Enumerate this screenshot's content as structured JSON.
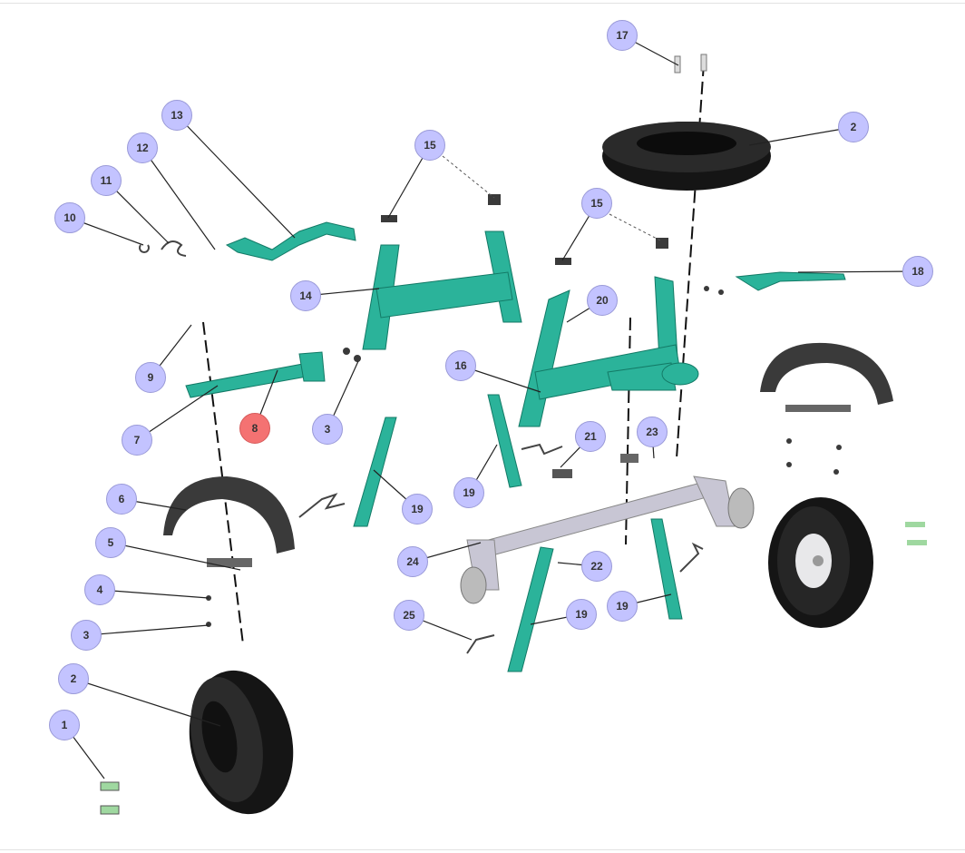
{
  "diagram": {
    "callouts": [
      {
        "label": "17"
      },
      {
        "label": "2"
      },
      {
        "label": "13"
      },
      {
        "label": "12"
      },
      {
        "label": "11"
      },
      {
        "label": "10"
      },
      {
        "label": "15"
      },
      {
        "label": "15"
      },
      {
        "label": "18"
      },
      {
        "label": "14"
      },
      {
        "label": "20"
      },
      {
        "label": "16"
      },
      {
        "label": "9"
      },
      {
        "label": "7"
      },
      {
        "label": "8",
        "active": true
      },
      {
        "label": "3"
      },
      {
        "label": "21"
      },
      {
        "label": "23"
      },
      {
        "label": "19"
      },
      {
        "label": "19"
      },
      {
        "label": "6"
      },
      {
        "label": "5"
      },
      {
        "label": "24"
      },
      {
        "label": "22"
      },
      {
        "label": "19"
      },
      {
        "label": "4"
      },
      {
        "label": "19"
      },
      {
        "label": "25"
      },
      {
        "label": "3"
      },
      {
        "label": "2"
      },
      {
        "label": "1"
      }
    ],
    "colors": {
      "callout": "#c3c3ff",
      "active_callout": "#f47272",
      "frame_parts": "#2bb39a",
      "tire": "#1a1a1a",
      "fender": "#3a3a3a",
      "axle": "#c8c6d4"
    }
  }
}
